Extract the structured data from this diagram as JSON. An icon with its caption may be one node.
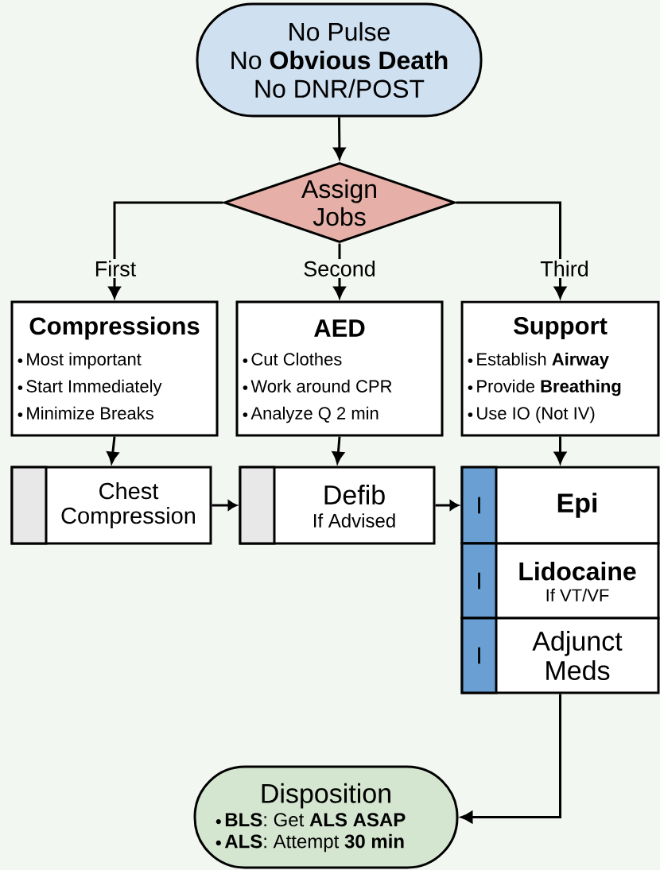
{
  "diagram": {
    "nodes": [
      {
        "text": [
          "No Pulse",
          "No **Obvious Death**",
          "No DNR/POST"
        ]
      },
      {
        "text": [
          "Assign Jobs"
        ]
      },
      {
        "text": [
          "Compressions",
          "Most important",
          "Start Immediately",
          "Minimize Breaks"
        ]
      },
      {
        "text": [
          "AED",
          "Cut Clothes",
          "Work around CPR",
          "Analyze Q 2 min"
        ]
      },
      {
        "text": [
          "Support",
          "Establish **Airway**",
          "Provide **Breathing**",
          "Use IO (Not IV)"
        ]
      },
      {
        "text": [
          "Chest Compression"
        ]
      },
      {
        "text": [
          "Defib",
          "If Advised"
        ]
      },
      {
        "text": [
          "I",
          "Epi"
        ]
      },
      {
        "text": [
          "I",
          "Lidocaine",
          "If VT/VF"
        ]
      },
      {
        "text": [
          "I",
          "Adjunct Meds"
        ]
      },
      {
        "text": [
          "Disposition",
          "**BLS**: Get **ALS ASAP**",
          "**ALS**: Attempt **30 min**"
        ]
      }
    ],
    "edges": [
      {
        "from": 0,
        "to": 1,
        "arrow": "to"
      },
      {
        "from": 1,
        "to": 2,
        "arrow": "to",
        "label": "First"
      },
      {
        "from": 1,
        "to": 3,
        "arrow": "to",
        "label": "Second"
      },
      {
        "from": 1,
        "to": 4,
        "arrow": "to",
        "label": "Third"
      },
      {
        "from": 2,
        "to": 5,
        "arrow": "to"
      },
      {
        "from": 3,
        "to": 6,
        "arrow": "to"
      },
      {
        "from": 4,
        "to": 7,
        "arrow": "to"
      },
      {
        "from": 5,
        "to": 6,
        "arrow": "to"
      },
      {
        "from": 6,
        "to": 7,
        "arrow": "to"
      },
      {
        "from": 9,
        "to": 10,
        "arrow": "to"
      }
    ]
  }
}
